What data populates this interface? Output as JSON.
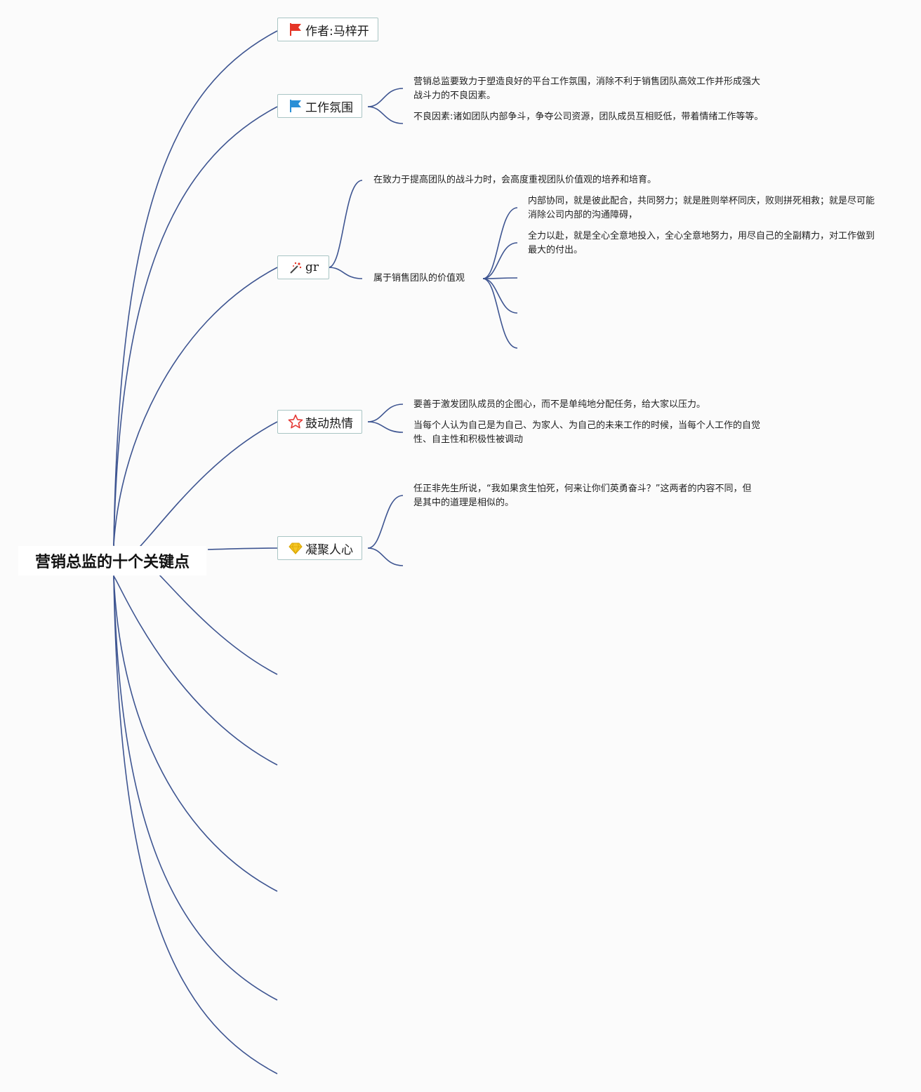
{
  "root": {
    "title": "营销总监的十个关键点"
  },
  "branches": [
    {
      "label": "作者:马梓开",
      "icon": "red-flag-icon"
    },
    {
      "label": "工作氛围",
      "icon": "blue-flag-icon",
      "notes": [
        "营销总监要致力于塑造良好的平台工作氛围，消除不利于销售团队高效工作并形成强大战斗力的不良因素。",
        "不良因素:诸如团队内部争斗，争夺公司资源，团队成员互相贬低，带着情绪工作等等。"
      ]
    },
    {
      "label": "gr",
      "icon": "magic-wand-icon",
      "notes": [
        "在致力于提高团队的战斗力时，会高度重视团队价值观的培养和培育。"
      ],
      "sub": {
        "label": "属于销售团队的价值观",
        "notes": [
          "内部协同，就是彼此配合，共同努力；就是胜则举杯同庆，败则拼死相救；就是尽可能消除公司内部的沟通障碍，",
          "全力以赴，就是全心全意地投入，全心全意地努力，用尽自己的全副精力，对工作做到最大的付出。"
        ]
      }
    },
    {
      "label": "鼓动热情",
      "icon": "star-icon",
      "notes": [
        "要善于激发团队成员的企图心，而不是单纯地分配任务，给大家以压力。",
        "当每个人认为自己是为自己、为家人、为自己的未来工作的时候，当每个人工作的自觉性、自主性和积极性被调动"
      ]
    },
    {
      "label": "凝聚人心",
      "icon": "diamond-icon",
      "notes": [
        "任正非先生所说，“我如果贪生怕死，何来让你们英勇奋斗？”这两者的内容不同，但是其中的道理是相似的。"
      ]
    }
  ],
  "colors": {
    "line": "#3e5591",
    "border": "#a9c5c4",
    "flag_red": "#e53527",
    "flag_blue": "#2a8fd6",
    "star": "#e53935",
    "diamond": "#f5c623"
  }
}
